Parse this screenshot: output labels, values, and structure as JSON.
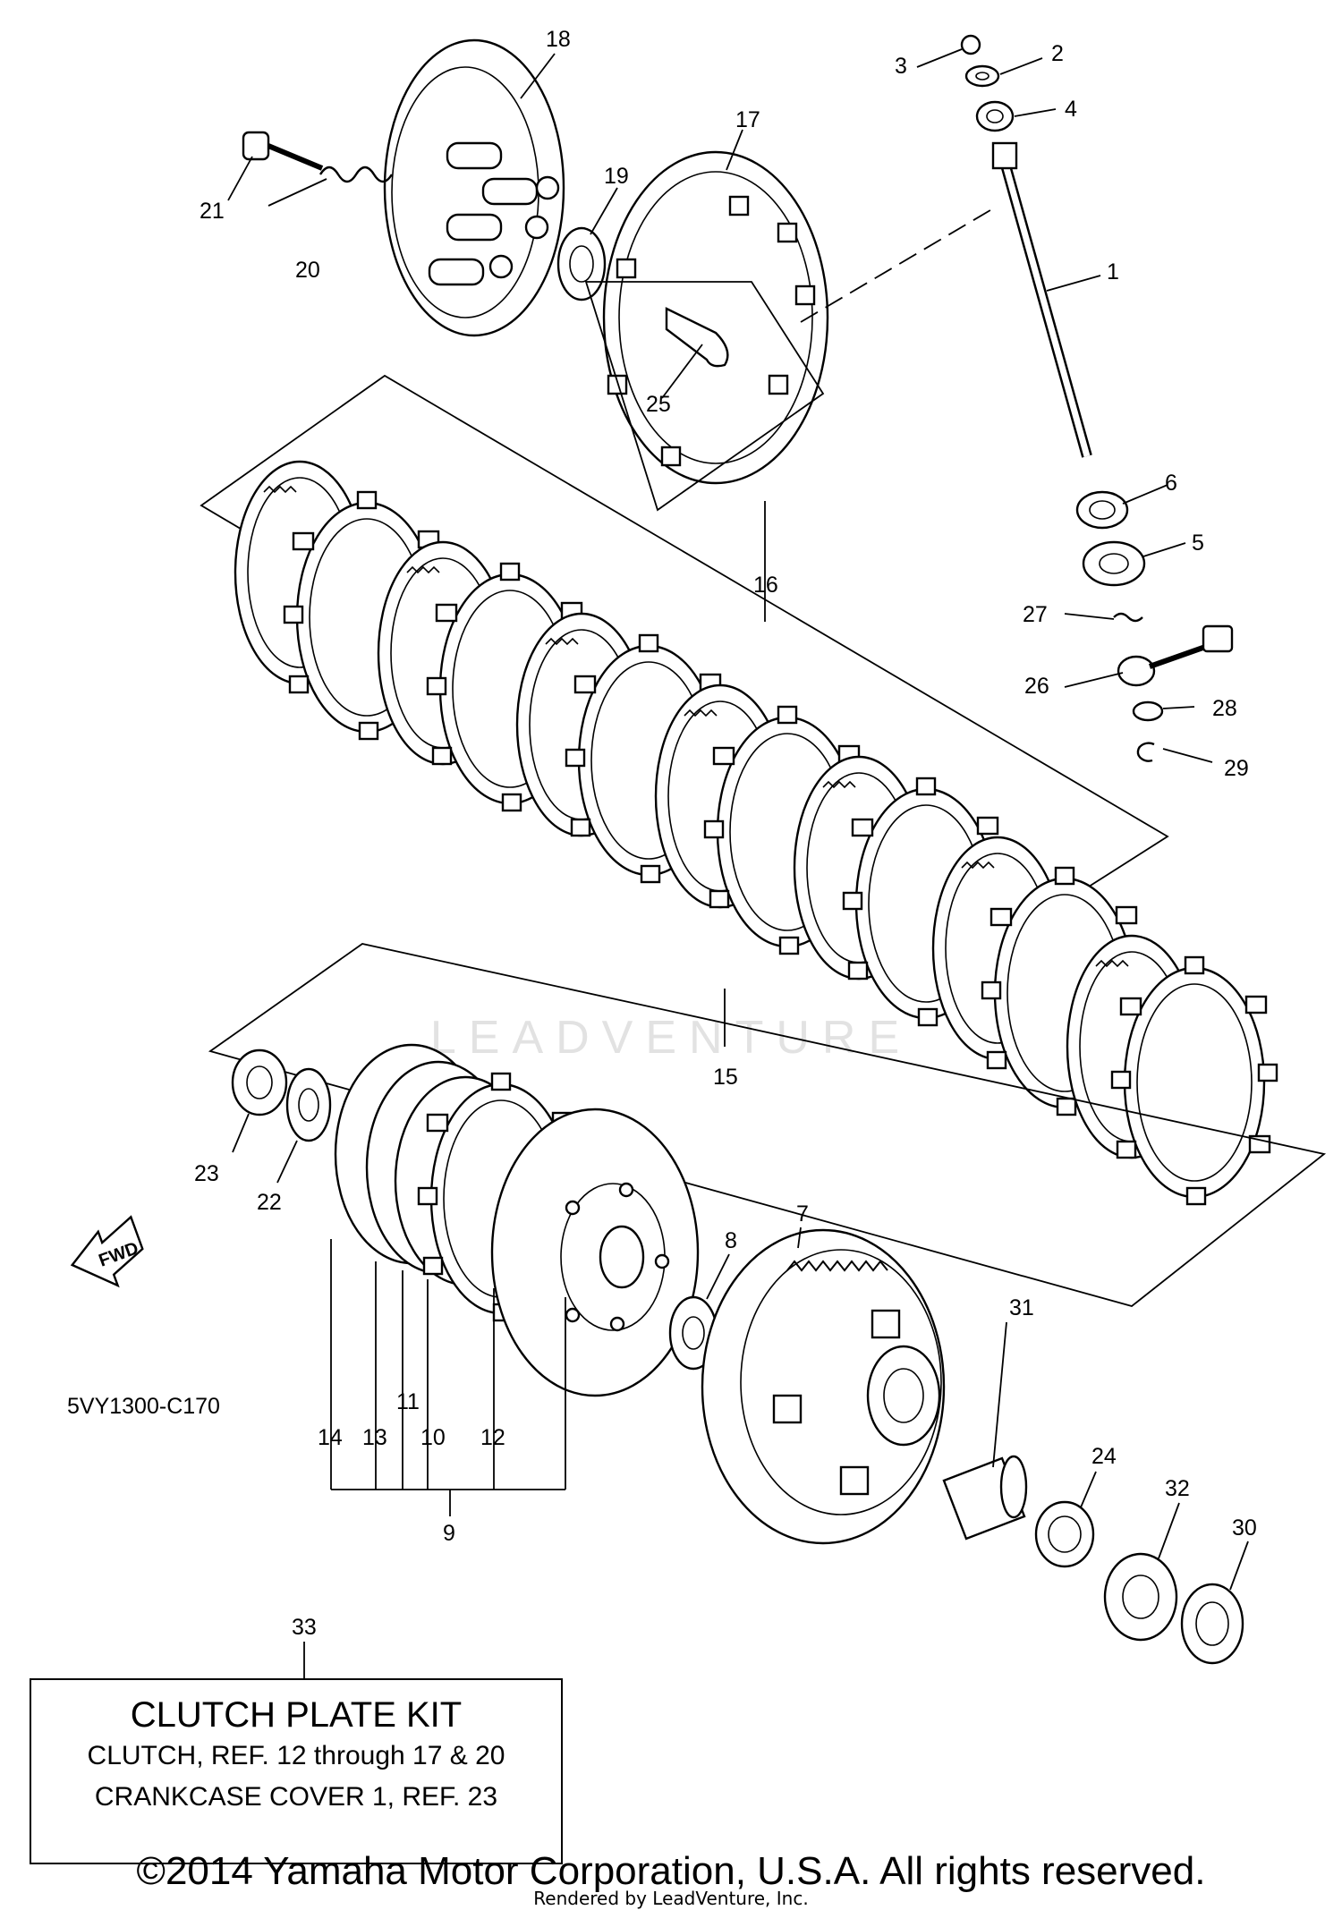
{
  "diagram": {
    "code": "5VY1300-C170",
    "fwd_label": "FWD",
    "watermark": "LEADVENTURE",
    "callouts": [
      "1",
      "2",
      "3",
      "4",
      "5",
      "6",
      "7",
      "8",
      "9",
      "10",
      "11",
      "12",
      "13",
      "14",
      "15",
      "16",
      "17",
      "18",
      "19",
      "20",
      "21",
      "22",
      "23",
      "24",
      "25",
      "26",
      "27",
      "28",
      "29",
      "30",
      "31",
      "32",
      "33"
    ]
  },
  "kit_box": {
    "title": "CLUTCH PLATE KIT",
    "line1": "CLUTCH, REF. 12 through 17 & 20",
    "line2": "CRANKCASE COVER 1, REF. 23"
  },
  "footer": {
    "copyright": "©2014 Yamaha Motor Corporation, U.S.A. All rights reserved.",
    "rendered_by": "Rendered by LeadVenture, Inc."
  }
}
